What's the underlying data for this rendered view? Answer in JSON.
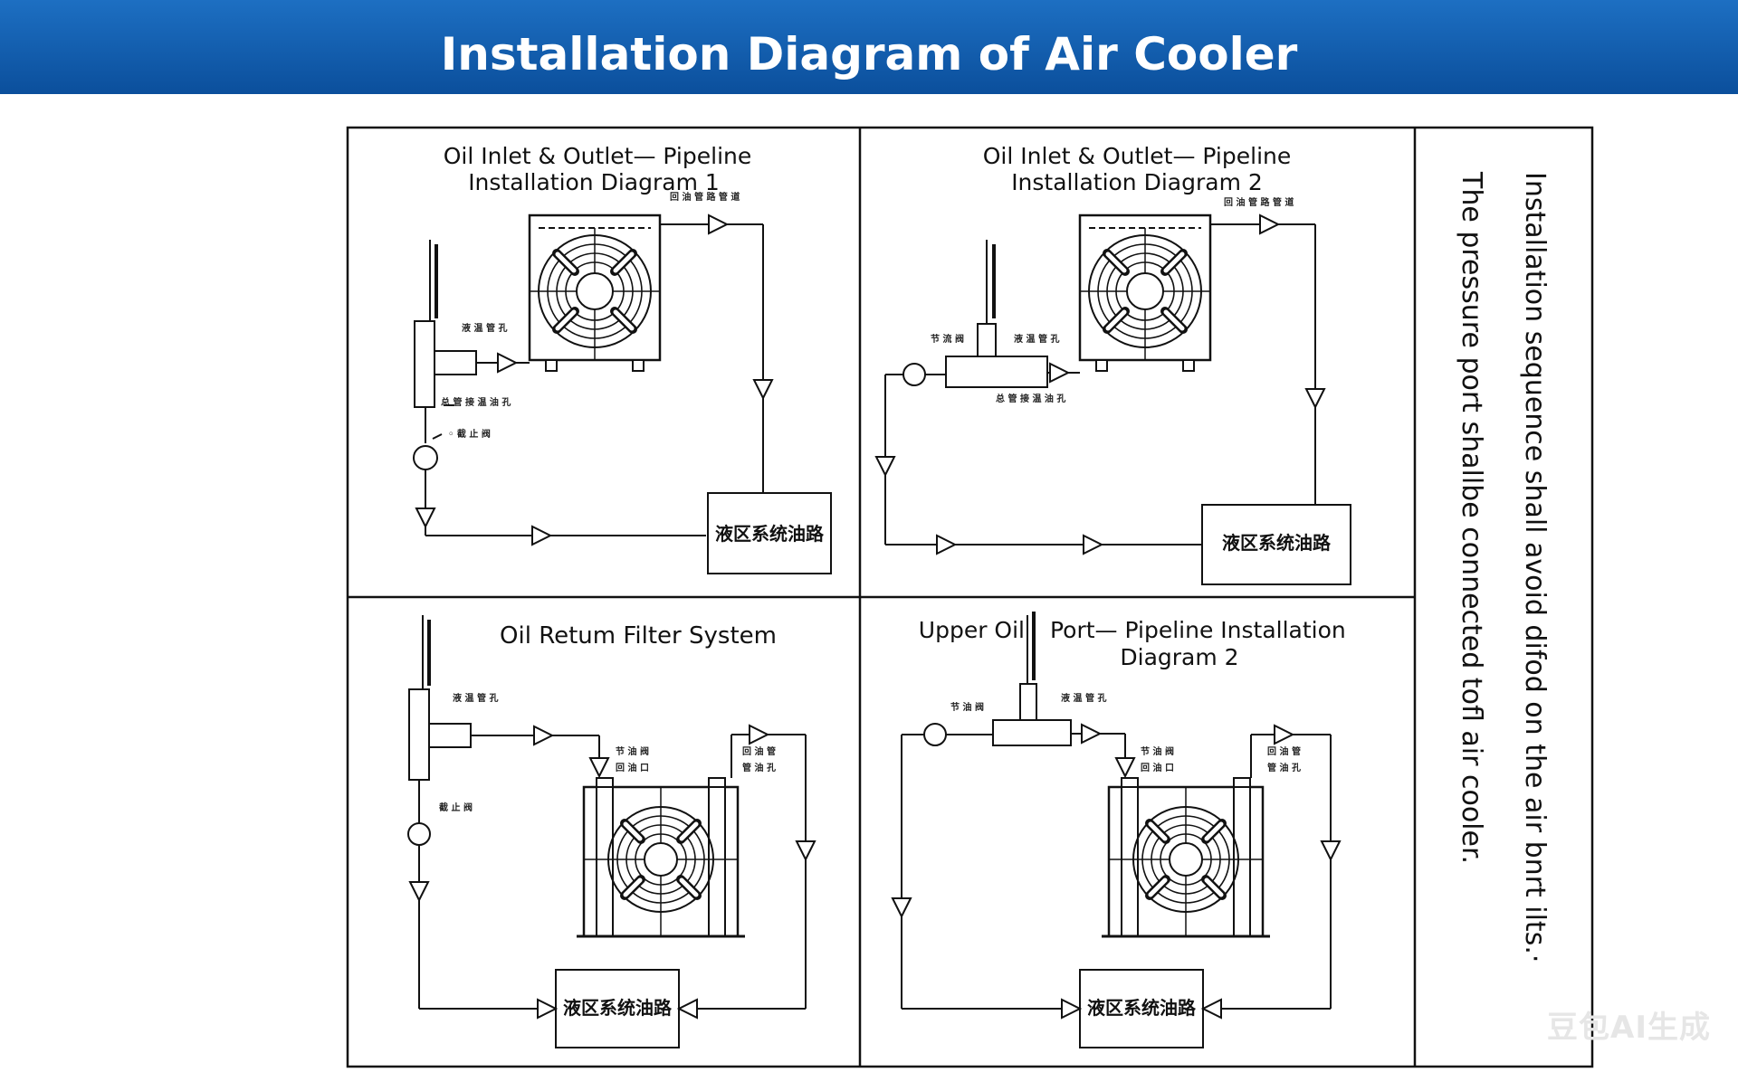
{
  "header": {
    "title": "Installation Diagram of Air Cooler",
    "color": "#0d5aa7"
  },
  "panels": [
    {
      "title_line1": "Oil Inlet & Outlet— Pipeline",
      "title_line2": "Installation Diagram 1",
      "box_label": "液区系统油路"
    },
    {
      "title_line1": "Oil Inlet & Outlet— Pipeline",
      "title_line2": "Installation Diagram 2",
      "box_label": "液区系统油路"
    },
    {
      "title_line1": "Oil Retum Filter System",
      "box_label": "液区系统油路"
    },
    {
      "title_line1_a": "Upper Oil",
      "title_line1_b": "Port— Pipeline Installation",
      "title_line2": "Diagram 2",
      "box_label": "液区系统油路"
    }
  ],
  "notes": {
    "line1": "Installation sequence shall avoid difod on the air bnrt ilts.·",
    "line2": "The pressure port shallbe connected tofl air cooler."
  },
  "watermark": "豆包AI生成"
}
